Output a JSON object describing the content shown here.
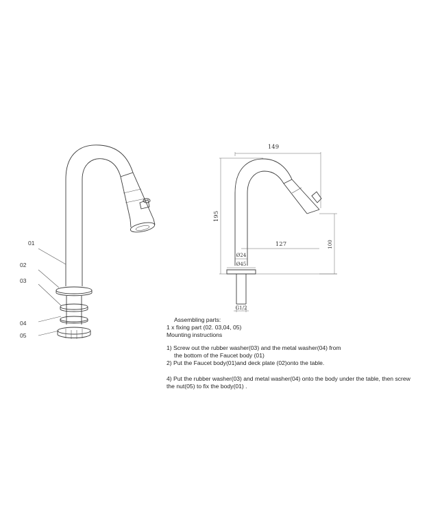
{
  "callouts": [
    "01",
    "02",
    "03",
    "04",
    "05"
  ],
  "dimensions": {
    "width": "149",
    "height": "195",
    "spout_reach": "127",
    "spout_height": "100",
    "body_diameter": "Ø24",
    "base_diameter": "Ø45",
    "thread": "G1/2"
  },
  "instructions": {
    "heading": "Assembling parts:",
    "parts": "1 x fixing part (02. 03,04, 05)",
    "mounting_heading": "Mounting instructions",
    "step1a": "1) Screw out the rubber washer(03) and the metal washer(04) from",
    "step1b": "the bottom of the Faucet body (01)",
    "step2": "2) Put the Faucet body(01)and deck plate (02)onto the table.",
    "step4a": "4) Put the rubber washer(03) and metal washer(04) onto the body under the table,  then screw",
    "step4b": "the nut(05) to fix the body(01) ."
  }
}
